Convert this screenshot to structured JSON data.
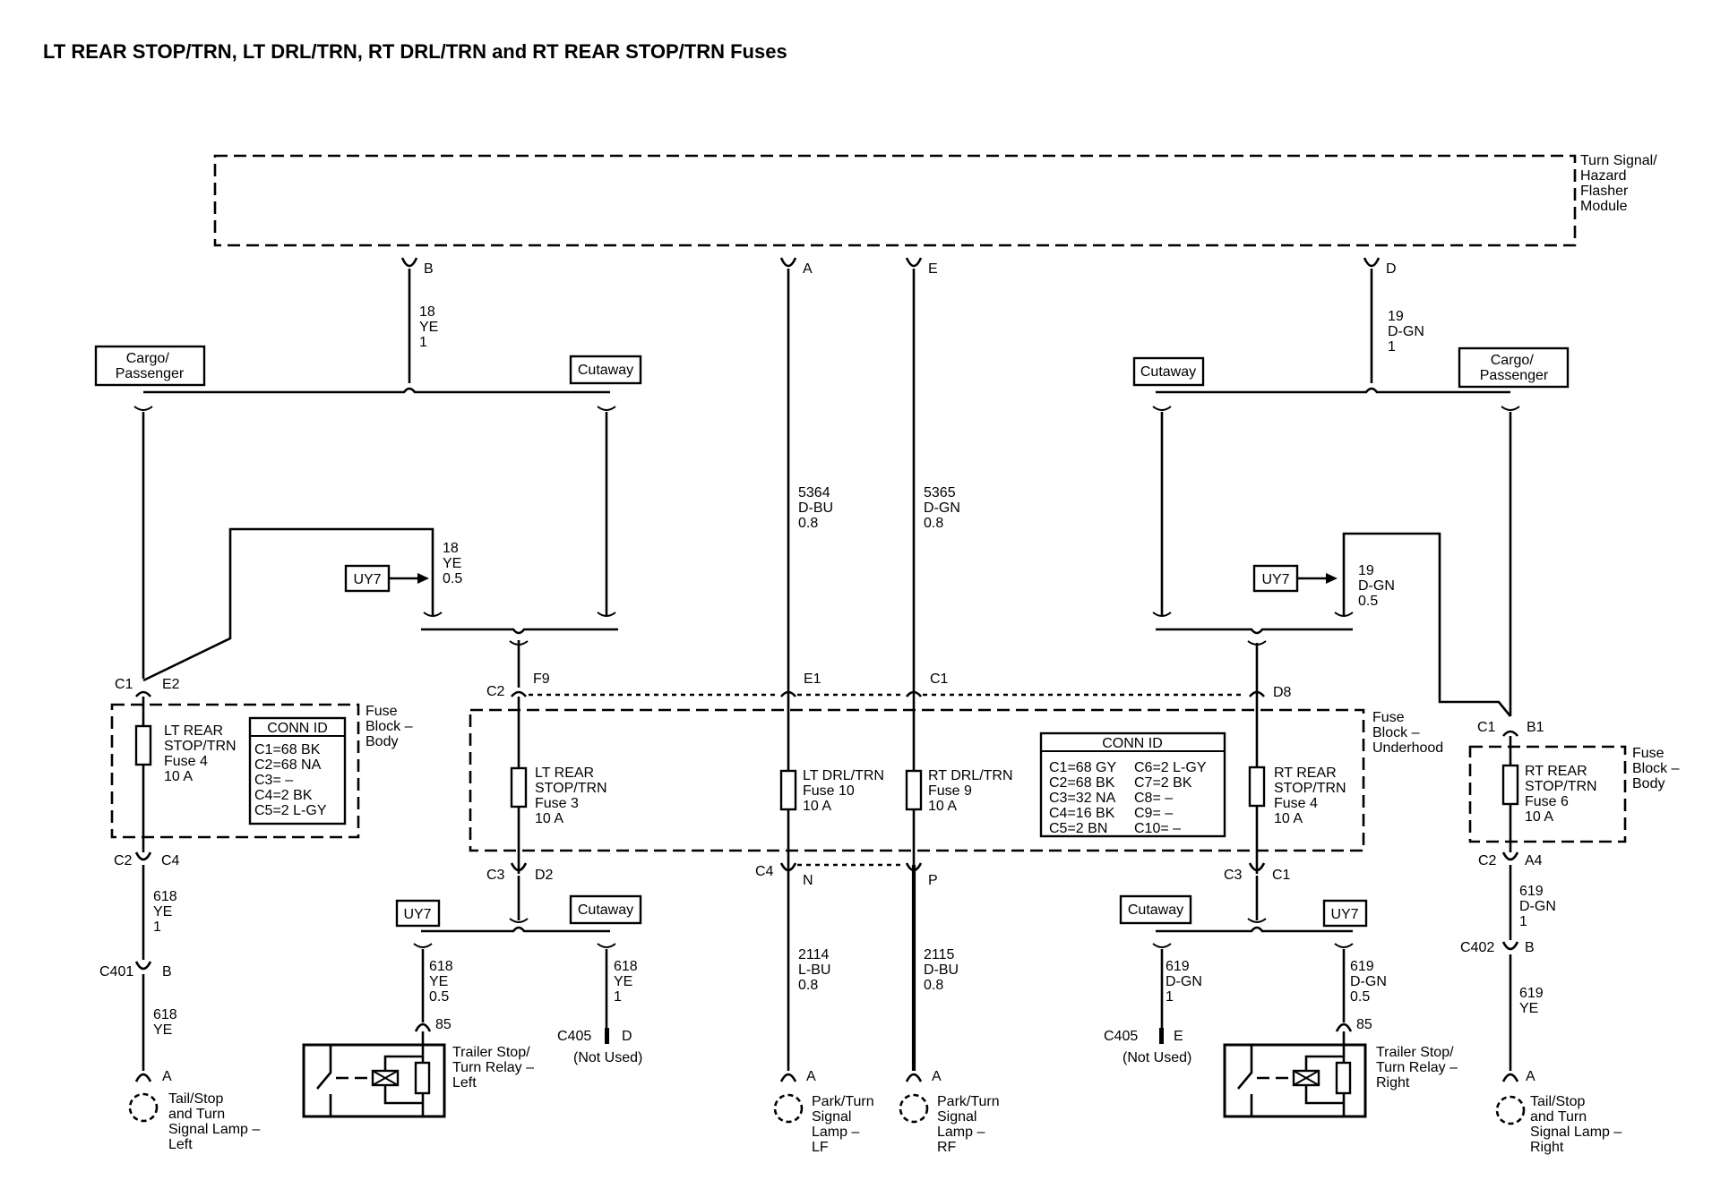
{
  "title": "LT REAR STOP/TRN, LT DRL/TRN, RT DRL/TRN and RT REAR STOP/TRN Fuses",
  "module": {
    "label_lines": [
      "Turn Signal/",
      "Hazard",
      "Flasher",
      "Module"
    ],
    "pins": [
      "B",
      "A",
      "E",
      "D"
    ]
  },
  "tags": {
    "cargo_passenger": [
      "Cargo/",
      "Passenger"
    ],
    "cutaway": "Cutaway",
    "uy7": "UY7"
  },
  "wires": {
    "w18_ye_1": [
      "18",
      "YE",
      "1"
    ],
    "w19_dgn_1": [
      "19",
      "D-GN",
      "1"
    ],
    "w5364": [
      "5364",
      "D-BU",
      "0.8"
    ],
    "w5365": [
      "5365",
      "D-GN",
      "0.8"
    ],
    "w18_ye_05": [
      "18",
      "YE",
      "0.5"
    ],
    "w19_dgn_05": [
      "19",
      "D-GN",
      "0.5"
    ],
    "w618_ye_1": [
      "618",
      "YE",
      "1"
    ],
    "w618_ye": [
      "618",
      "YE"
    ],
    "w618_ye_05": [
      "618",
      "YE",
      "0.5"
    ],
    "w2114": [
      "2114",
      "L-BU",
      "0.8"
    ],
    "w2115": [
      "2115",
      "D-BU",
      "0.8"
    ],
    "w619_dgn_1": [
      "619",
      "D-GN",
      "1"
    ],
    "w619_dgn_05": [
      "619",
      "D-GN",
      "0.5"
    ],
    "w619_ye": [
      "619",
      "YE"
    ]
  },
  "connectors": {
    "c1": "C1",
    "c2": "C2",
    "c3": "C3",
    "c4": "C4",
    "e2": "E2",
    "f9": "F9",
    "e1": "E1",
    "d8": "D8",
    "b1": "B1",
    "d2": "D2",
    "n": "N",
    "p": "P",
    "a4": "A4",
    "c401": "C401",
    "c402": "C402",
    "c405": "C405",
    "b": "B",
    "d": "D",
    "e": "E",
    "a": "A",
    "pin85": "85",
    "not_used": "(Not Used)"
  },
  "fuse_blocks": {
    "body_label": [
      "Fuse",
      "Block –",
      "Body"
    ],
    "underhood_label": [
      "Fuse",
      "Block –",
      "Underhood"
    ]
  },
  "fuses": {
    "lt_rear_body": [
      "LT REAR",
      "STOP/TRN",
      "Fuse 4",
      "10 A"
    ],
    "lt_rear_uh": [
      "LT REAR",
      "STOP/TRN",
      "Fuse 3",
      "10 A"
    ],
    "lt_drl": [
      "LT DRL/TRN",
      "Fuse 10",
      "10 A"
    ],
    "rt_drl": [
      "RT DRL/TRN",
      "Fuse 9",
      "10 A"
    ],
    "rt_rear_uh": [
      "RT REAR",
      "STOP/TRN",
      "Fuse 4",
      "10 A"
    ],
    "rt_rear_body": [
      "RT REAR",
      "STOP/TRN",
      "Fuse 6",
      "10 A"
    ]
  },
  "conn_id_body": {
    "header": "CONN ID",
    "rows": [
      "C1=68 BK",
      "C2=68 NA",
      "C3= –",
      "C4=2 BK",
      "C5=2 L-GY"
    ]
  },
  "conn_id_underhood": {
    "header": "CONN ID",
    "left": [
      "C1=68 GY",
      "C2=68 BK",
      "C3=32 NA",
      "C4=16 BK",
      "C5=2 BN"
    ],
    "right": [
      "C6=2 L-GY",
      "C7=2 BK",
      "C8= –",
      "C9= –",
      "C10= –"
    ]
  },
  "components": {
    "relay_left": [
      "Trailer Stop/",
      "Turn Relay –",
      "Left"
    ],
    "relay_right": [
      "Trailer Stop/",
      "Turn Relay –",
      "Right"
    ],
    "lamp_left": [
      "Tail/Stop",
      "and Turn",
      "Signal Lamp –",
      "Left"
    ],
    "lamp_right": [
      "Tail/Stop",
      "and Turn",
      "Signal Lamp –",
      "Right"
    ],
    "lamp_lf": [
      "Park/Turn",
      "Signal",
      "Lamp –",
      "LF"
    ],
    "lamp_rf": [
      "Park/Turn",
      "Signal",
      "Lamp –",
      "RF"
    ]
  }
}
